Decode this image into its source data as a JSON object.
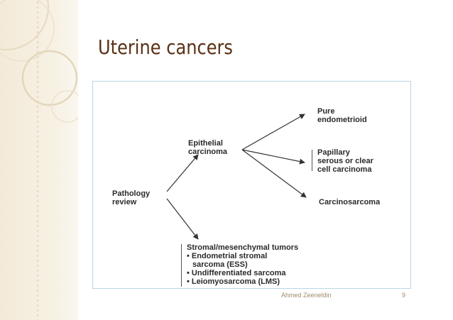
{
  "slide": {
    "title": "Uterine cancers",
    "footer_author": "Ahmed Zeeneldin",
    "page_number": "9"
  },
  "diagram": {
    "root": [
      "Pathology",
      "review"
    ],
    "epithelial": [
      "Epithelial",
      "carcinoma"
    ],
    "pure": [
      "Pure",
      "endometrioid"
    ],
    "papillary": [
      "Papillary",
      "serous or clear",
      "cell carcinoma"
    ],
    "carcinosarcoma": [
      "Carcinosarcoma"
    ],
    "stromal": [
      "Stromal/mesenchymal tumors",
      "• Endometrial stromal",
      "  sarcoma (ESS)",
      "• Undifferentiated sarcoma",
      "• Leiomyosarcoma (LMS)"
    ]
  },
  "colors": {
    "title": "#5a3016",
    "footer": "#a08c6c",
    "diagram_border": "#b9d4e6",
    "arrow": "#333333"
  }
}
